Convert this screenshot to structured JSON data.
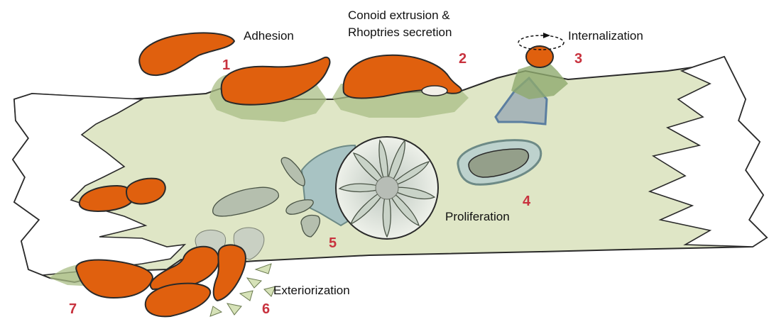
{
  "diagram": {
    "stages": [
      {
        "number": "1",
        "label": "Adhesion"
      },
      {
        "number": "2",
        "label_lines": [
          "Conoid extrusion &",
          "Rhoptries secretion"
        ]
      },
      {
        "number": "3",
        "label": "Internalization"
      },
      {
        "number": "4",
        "label": "Proliferation"
      },
      {
        "number": "5"
      },
      {
        "number": "6",
        "label": "Exteriorization"
      },
      {
        "number": "7"
      }
    ],
    "colors": {
      "cell": "#dfe6c6",
      "cell_outline": "#2a2a2a",
      "parasite": "#e0600e",
      "parasite_dark": "#b8480a",
      "vacuole": "#b9cfc9",
      "parasite_grey": "#8f9a86",
      "numbers": "#c8323e",
      "attachment": "#9bb27a"
    }
  }
}
